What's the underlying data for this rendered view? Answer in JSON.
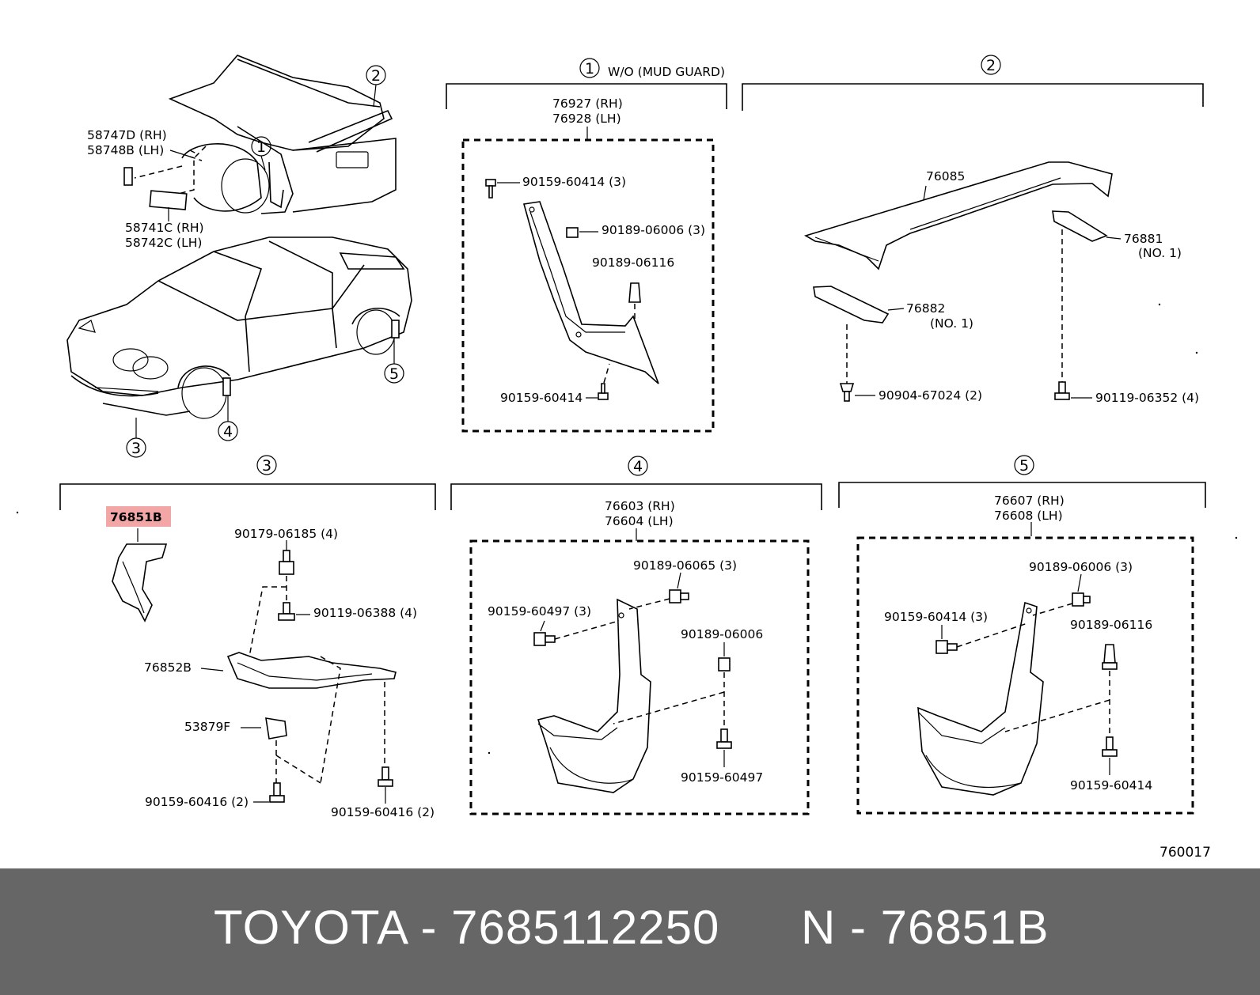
{
  "diagram": {
    "callouts": {
      "c1": "1",
      "c2": "2",
      "c3": "3",
      "c4": "4",
      "c5": "5"
    },
    "overview": {
      "p58747D": "58747D (RH)",
      "p58748B": "58748B (LH)",
      "p58741C": "58741C (RH)",
      "p58742C": "58742C (LH)"
    },
    "section1": {
      "header": "W/O (MUD  GUARD)",
      "part_a": "76927 (RH)",
      "part_b": "76928 (LH)",
      "f1": "90159-60414 (3)",
      "f2": "90189-06006 (3)",
      "f3": "90189-06116",
      "f4": "90159-60414"
    },
    "section2": {
      "main": "76085",
      "p76881": "76881",
      "p76881_sub": "(NO. 1)",
      "p76882": "76882",
      "p76882_sub": "(NO. 1)",
      "f1": "90904-67024 (2)",
      "f2": "90119-06352 (4)"
    },
    "section3": {
      "highlighted": "76851B",
      "f1": "90179-06185 (4)",
      "f2": "90119-06388 (4)",
      "p76852B": "76852B",
      "p53879F": "53879F",
      "f3": "90159-60416 (2)",
      "f4": "90159-60416 (2)"
    },
    "section4": {
      "part_a": "76603 (RH)",
      "part_b": "76604 (LH)",
      "f1": "90189-06065 (3)",
      "f2": "90159-60497 (3)",
      "f3": "90189-06006",
      "f4": "90159-60497"
    },
    "section5": {
      "part_a": "76607 (RH)",
      "part_b": "76608 (LH)",
      "f1": "90189-06006 (3)",
      "f2": "90159-60414 (3)",
      "f3": "90189-06116",
      "f4": "90159-60414"
    },
    "diagram_code": "760017"
  },
  "footer": {
    "brand_part": "TOYOTA - 7685112250",
    "ref": "N - 76851B"
  },
  "colors": {
    "highlight": "#f3a6a6",
    "footer_bg": "#666666",
    "footer_text": "#ffffff"
  }
}
